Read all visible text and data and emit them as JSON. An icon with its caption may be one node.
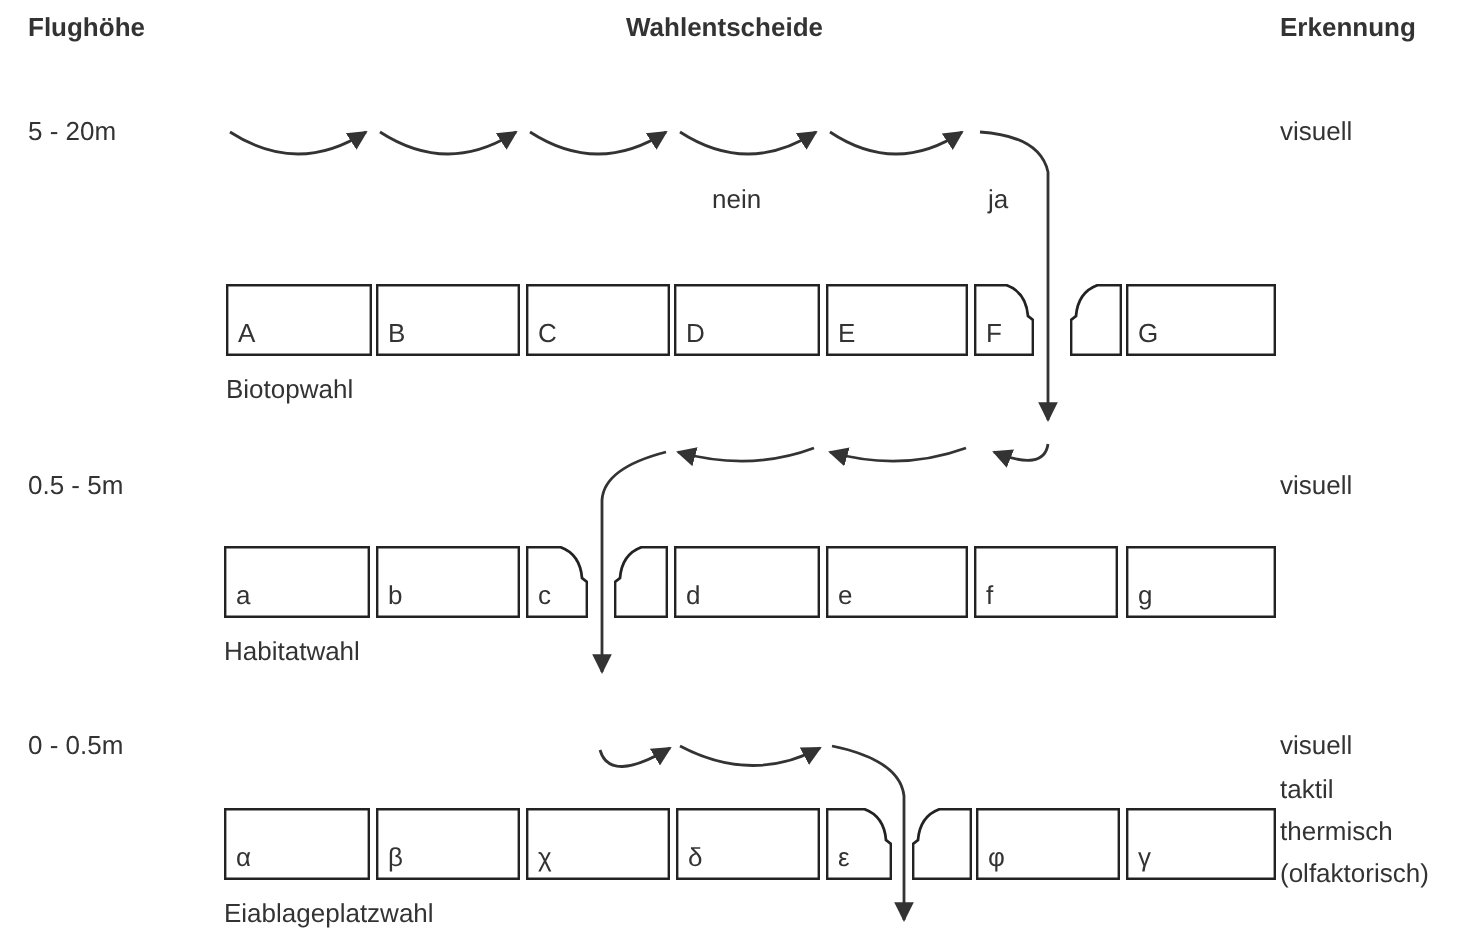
{
  "diagram": {
    "title": "Wahlentscheide",
    "nodes": [
      {
        "text": [
          "A"
        ]
      },
      {
        "text": [
          "B"
        ]
      },
      {
        "text": [
          "C"
        ]
      },
      {
        "text": [
          "D"
        ]
      },
      {
        "text": [
          "E"
        ]
      },
      {
        "text": [
          "F"
        ]
      },
      {
        "text": [],
        "shape": "box"
      },
      {
        "text": [
          "G"
        ]
      },
      {
        "text": [
          "a"
        ]
      },
      {
        "text": [
          "b"
        ]
      },
      {
        "text": [
          "c"
        ]
      },
      {
        "text": [],
        "shape": "box"
      },
      {
        "text": [
          "d"
        ]
      },
      {
        "text": [
          "e"
        ]
      },
      {
        "text": [
          "f"
        ]
      },
      {
        "text": [
          "g"
        ]
      },
      {
        "text": [
          "α"
        ]
      },
      {
        "text": [
          "β"
        ]
      },
      {
        "text": [
          "χ"
        ]
      },
      {
        "text": [
          "δ"
        ]
      },
      {
        "text": [
          "ε"
        ]
      },
      {
        "text": [],
        "shape": "box"
      },
      {
        "text": [
          "φ"
        ]
      },
      {
        "text": [
          "γ"
        ]
      }
    ],
    "labels": [
      "Flughöhe",
      "Erkennung",
      "5 - 20m",
      "visuell",
      "nein",
      "ja",
      "Biotopwahl",
      "0.5 - 5m",
      "visuell",
      "Habitatwahl",
      "0 - 0.5m",
      "visuell",
      "taktil",
      "thermisch",
      "(olfaktorisch)",
      "Eiablageplatzwahl"
    ]
  }
}
